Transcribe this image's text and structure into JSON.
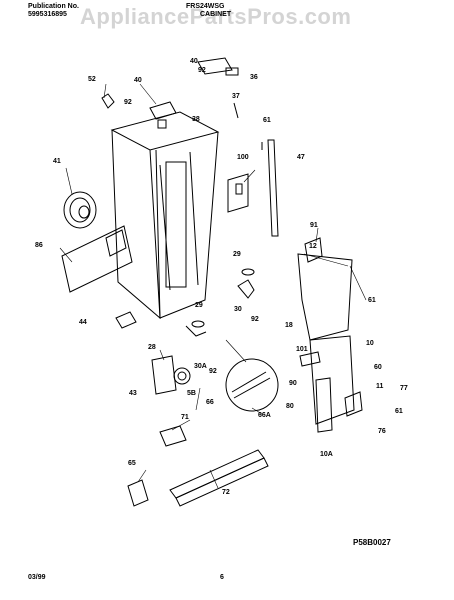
{
  "header": {
    "publication_label": "Publication No.",
    "publication_number": "5995316895",
    "model": "FRS24WSG",
    "section": "CABINET"
  },
  "watermark": "AppliancePartsPros.com",
  "callouts": [
    "40",
    "92",
    "36",
    "52",
    "40",
    "92",
    "37",
    "38",
    "61",
    "100",
    "47",
    "41",
    "86",
    "91",
    "12",
    "29",
    "61",
    "30",
    "92",
    "18",
    "44",
    "29",
    "10",
    "101",
    "60",
    "28",
    "30A",
    "92",
    "90",
    "11",
    "77",
    "43",
    "5B",
    "66",
    "66A",
    "80",
    "61",
    "76",
    "71",
    "10A",
    "65",
    "72"
  ],
  "diagram_code": "P58B0027",
  "footer": {
    "date": "03/99",
    "page": "6"
  }
}
